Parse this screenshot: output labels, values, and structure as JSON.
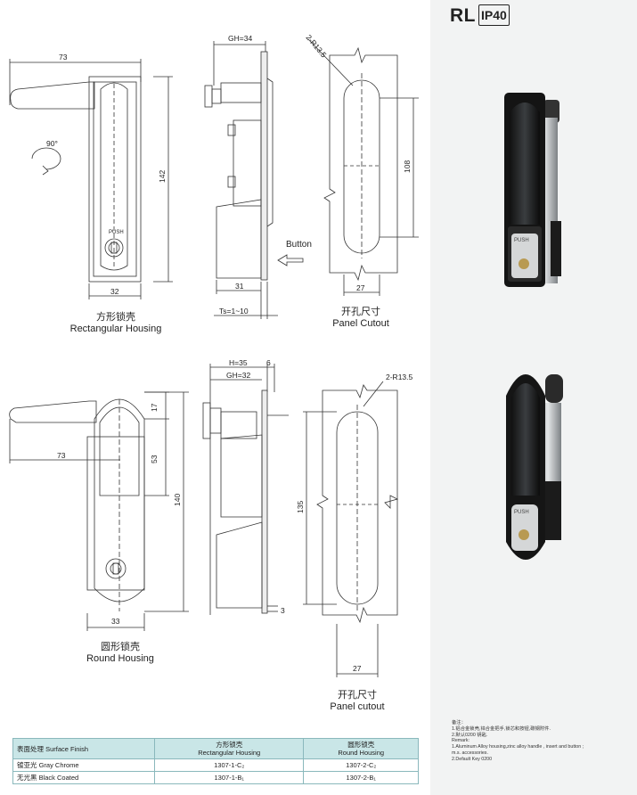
{
  "brand": {
    "name": "RL",
    "rating": "IP40"
  },
  "views": {
    "rect": {
      "label_cn": "方形锁壳",
      "label_en": "Rectangular Housing"
    },
    "cutout_top": {
      "label_cn": "开孔尺寸",
      "label_en": "Panel Cutout"
    },
    "round": {
      "label_cn": "圆形锁壳",
      "label_en": "Round Housing"
    },
    "cutout_bottom": {
      "label_cn": "开孔尺寸",
      "label_en": "Panel cutout"
    }
  },
  "dimensions": {
    "top": {
      "width_73": "73",
      "height_142": "142",
      "width_32": "32",
      "angle": "90°",
      "gh": "GH=34",
      "depth_31": "31",
      "ts": "Ts=1~10",
      "button": "Button",
      "radius": "2-R13.5",
      "len_108": "108",
      "w_27": "27",
      "push": "PUSH"
    },
    "bottom": {
      "h35": "H=35",
      "gh32": "GH=32",
      "six": "6",
      "three": "3",
      "w73": "73",
      "d17": "17",
      "d53": "53",
      "d140": "140",
      "w33": "33",
      "radius": "2-R13.5",
      "len_135": "135",
      "w27": "27"
    }
  },
  "notes": {
    "title": "备注：",
    "lines_cn": [
      "1.铝合金锁壳,锌合金把手,锁芯和按钮,碳钢附件.",
      "2.默认0200 钥匙."
    ],
    "remark_title": "Remark:",
    "lines_en": [
      "1.Aluminum Alloy housing,zinc alloy handle , insert and button ;",
      "m.s. accessories.",
      "2.Default Key 0200"
    ]
  },
  "finish_table": {
    "headers": [
      {
        "cn": "表面处理 Surface Finish",
        "en": ""
      },
      {
        "cn": "方形锁壳",
        "en": "Rectangular Housing"
      },
      {
        "cn": "圆形锁壳",
        "en": "Round Housing"
      }
    ],
    "rows": [
      {
        "finish": "镀亚光 Gray Chrome",
        "rect": "1307-1-C₂",
        "round": "1307-2-C₂"
      },
      {
        "finish": "无光黑 Black  Coated",
        "rect": "1307-1-B₁",
        "round": "1307-2-B₁"
      }
    ]
  }
}
